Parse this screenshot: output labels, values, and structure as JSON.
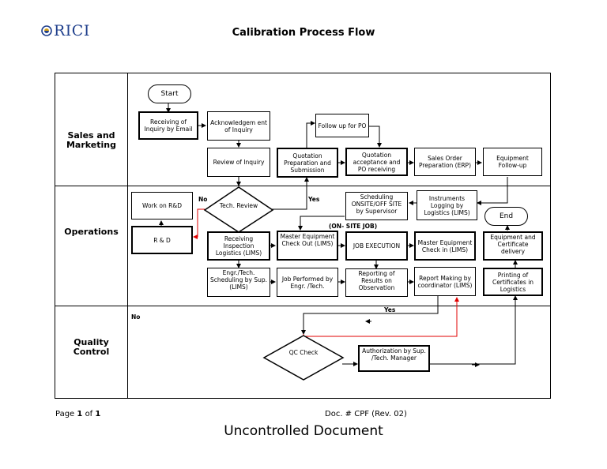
{
  "header": {
    "logo_text": "RICI",
    "title": "Calibration Process Flow"
  },
  "lanes": {
    "sales": "Sales and\nMarketing",
    "operations": "Operations",
    "quality": "Quality\nControl"
  },
  "nodes": {
    "start": "Start",
    "receiving_inquiry": "Receiving of Inquiry by Email",
    "acknowledgement": "Acknowledgem ent of Inquiry",
    "review_inquiry": "Review of Inquiry",
    "follow_up_po": "Follow up for PO",
    "quotation_prep": "Quotation Preparation and Submission",
    "quotation_accept": "Quotation acceptance and PO receiving",
    "sales_order": "Sales Order Preparation (ERP)",
    "equipment_followup": "Equipment Follow-up",
    "work_rd": "Work on R&D",
    "rd": "R & D",
    "tech_review": "Tech. Review",
    "scheduling": "Scheduling ONSITE/OFF SITE by Supervisor",
    "instruments_logging": "Instruments Logging by Logistics (LIMS)",
    "end": "End",
    "receiving_inspection": "Receiving Inspection Logistics (LIMS)",
    "master_checkout": "Master Equipment Check Out (LIMS)",
    "job_execution": "JOB EXECUTION",
    "master_checkin": "Master Equipment Check in (LIMS)",
    "equipment_delivery": "Equipment and Certificate delivery",
    "engr_scheduling": "Engr./Tech. Scheduling by Sup. (LIMS)",
    "job_performed": "Job Performed by Engr. /Tech.",
    "reporting_results": "Reporting of Results on Observation",
    "report_making": "Report Making by coordinator (LIMS)",
    "printing_certificates": "Printing of Certificates in Logistics",
    "qc_check": "QC Check",
    "authorization": "Authorization by Sup. /Tech. Manager"
  },
  "labels": {
    "no_tech": "No",
    "yes_tech": "Yes",
    "onsite_job": "(ON- SITE JOB)",
    "yes_qc": "Yes",
    "no_qc": "No"
  },
  "footer": {
    "page_word": "Page",
    "page_num": "1",
    "of_word": "of",
    "page_total": "1",
    "doc_ref": "Doc. # CPF (Rev. 02)",
    "uncontrolled": "Uncontrolled Document"
  },
  "colors": {
    "logo_blue": "#1f3f8c",
    "reject_line": "#e00000"
  }
}
